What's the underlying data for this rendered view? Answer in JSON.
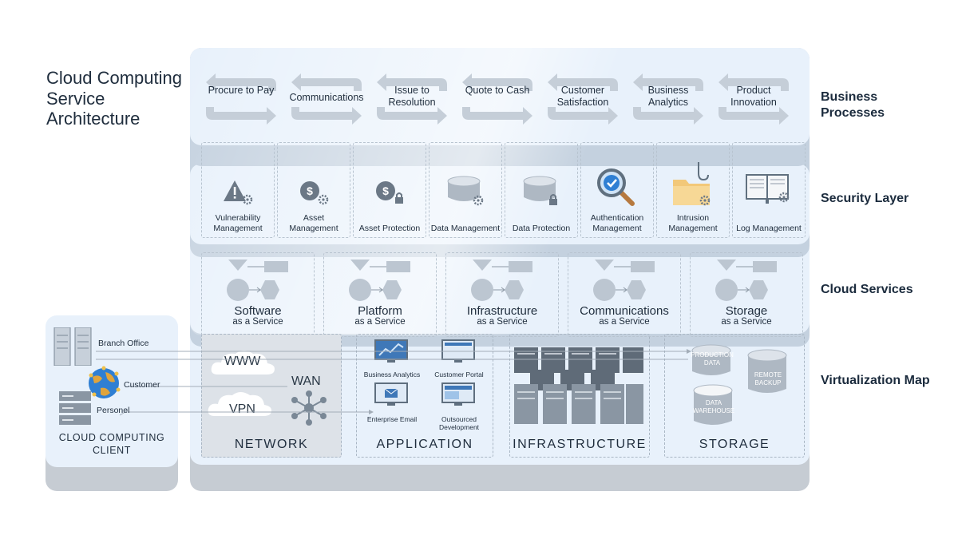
{
  "title": "Cloud Computing Service Architecture",
  "layer_labels": {
    "business": "Business Processes",
    "security": "Security Layer",
    "cloud": "Cloud Services",
    "virtualization": "Virtualization Map"
  },
  "business_processes": [
    "Procure to Pay",
    "Communications",
    "Issue to Resolution",
    "Quote to Cash",
    "Customer Satisfaction",
    "Business Analytics",
    "Product Innovation"
  ],
  "security_items": [
    {
      "label": "Vulnerability Management",
      "icon": "warning-gear-icon"
    },
    {
      "label": "Asset Management",
      "icon": "dollar-gear-icon"
    },
    {
      "label": "Asset Protection",
      "icon": "dollar-lock-icon"
    },
    {
      "label": "Data Management",
      "icon": "database-gear-icon"
    },
    {
      "label": "Data Protection",
      "icon": "database-lock-icon"
    },
    {
      "label": "Authentication Management",
      "icon": "magnifier-check-icon"
    },
    {
      "label": "Intrusion Management",
      "icon": "folder-hook-icon"
    },
    {
      "label": "Log Management",
      "icon": "book-gear-icon"
    }
  ],
  "cloud_services": [
    {
      "main": "Software",
      "sub": "as a Service"
    },
    {
      "main": "Platform",
      "sub": "as a Service"
    },
    {
      "main": "Infrastructure",
      "sub": "as a Service"
    },
    {
      "main": "Communications",
      "sub": "as a Service"
    },
    {
      "main": "Storage",
      "sub": "as a Service"
    }
  ],
  "virtualization": {
    "network": {
      "title": "NETWORK",
      "www": "WWW",
      "wan": "WAN",
      "vpn": "VPN"
    },
    "application": {
      "title": "APPLICATION",
      "items": [
        "Business Analytics",
        "Customer Portal",
        "Enterprise Email",
        "Outsourced Development"
      ]
    },
    "infrastructure": {
      "title": "INFRASTRUCTURE"
    },
    "storage": {
      "title": "STORAGE",
      "production": "PRODUCTION DATA",
      "remote": "REMOTE BACKUP",
      "warehouse": "DATA WAREHOUSE"
    }
  },
  "client": {
    "title": "CLOUD COMPUTING CLIENT",
    "branch": "Branch Office",
    "customer": "Customer",
    "personel": "Personel"
  },
  "colors": {
    "slab": "#e8f1fb",
    "slab_shadow": "#c6ccd3",
    "arrow": "#c5ced8",
    "accent_blue": "#2f7fd3"
  }
}
